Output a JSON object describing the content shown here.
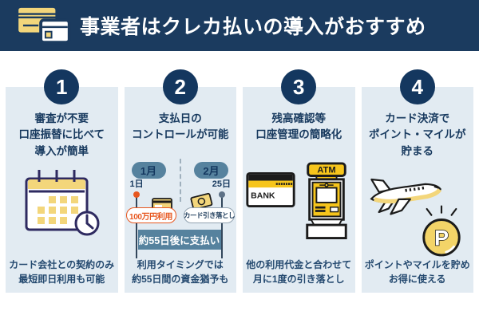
{
  "header": {
    "title": "事業者はクレカ払いの導入がおすすめ",
    "icon": "credit-cards-icon"
  },
  "colors": {
    "navy": "#1b3b5f",
    "circle_navy": "#14375f",
    "heading_navy": "#17395e",
    "panel_bg": "#e2ebf2",
    "steel_blue": "#56829e",
    "orange": "#e7571f",
    "slate": "#5d7186",
    "soft_yellow": "#f3d67b",
    "strong_yellow": "#f6c51c"
  },
  "columns": [
    {
      "number": "1",
      "heading": "審査が不要\n口座振替に比べて\n導入が簡単",
      "caption": "カード会社との契約のみ\n最短即日利用も可能",
      "icon": "calendar-clock-icon"
    },
    {
      "number": "2",
      "heading": "支払日の\nコントロールが可能",
      "caption": "利用タイミングでは\n約55日間の資金猶予も",
      "timeline": {
        "month_left": "1月",
        "month_right": "2月",
        "day_left": "1日",
        "day_right": "25日",
        "event_left": "100万円利用",
        "event_right": "カード引き落とし",
        "span_label": "約55日後に支払い"
      }
    },
    {
      "number": "3",
      "heading": "残高確認等\n口座管理の簡略化",
      "caption": "他の利用代金と合わせて\n月に1度の引き落とし",
      "bank_card_label": "BANK",
      "atm_label": "ATM"
    },
    {
      "number": "4",
      "heading": "カード決済で\nポイント・マイルが\n貯まる",
      "caption": "ポイントやマイルを貯め\nお得に使える",
      "coin_letter": "P"
    }
  ]
}
